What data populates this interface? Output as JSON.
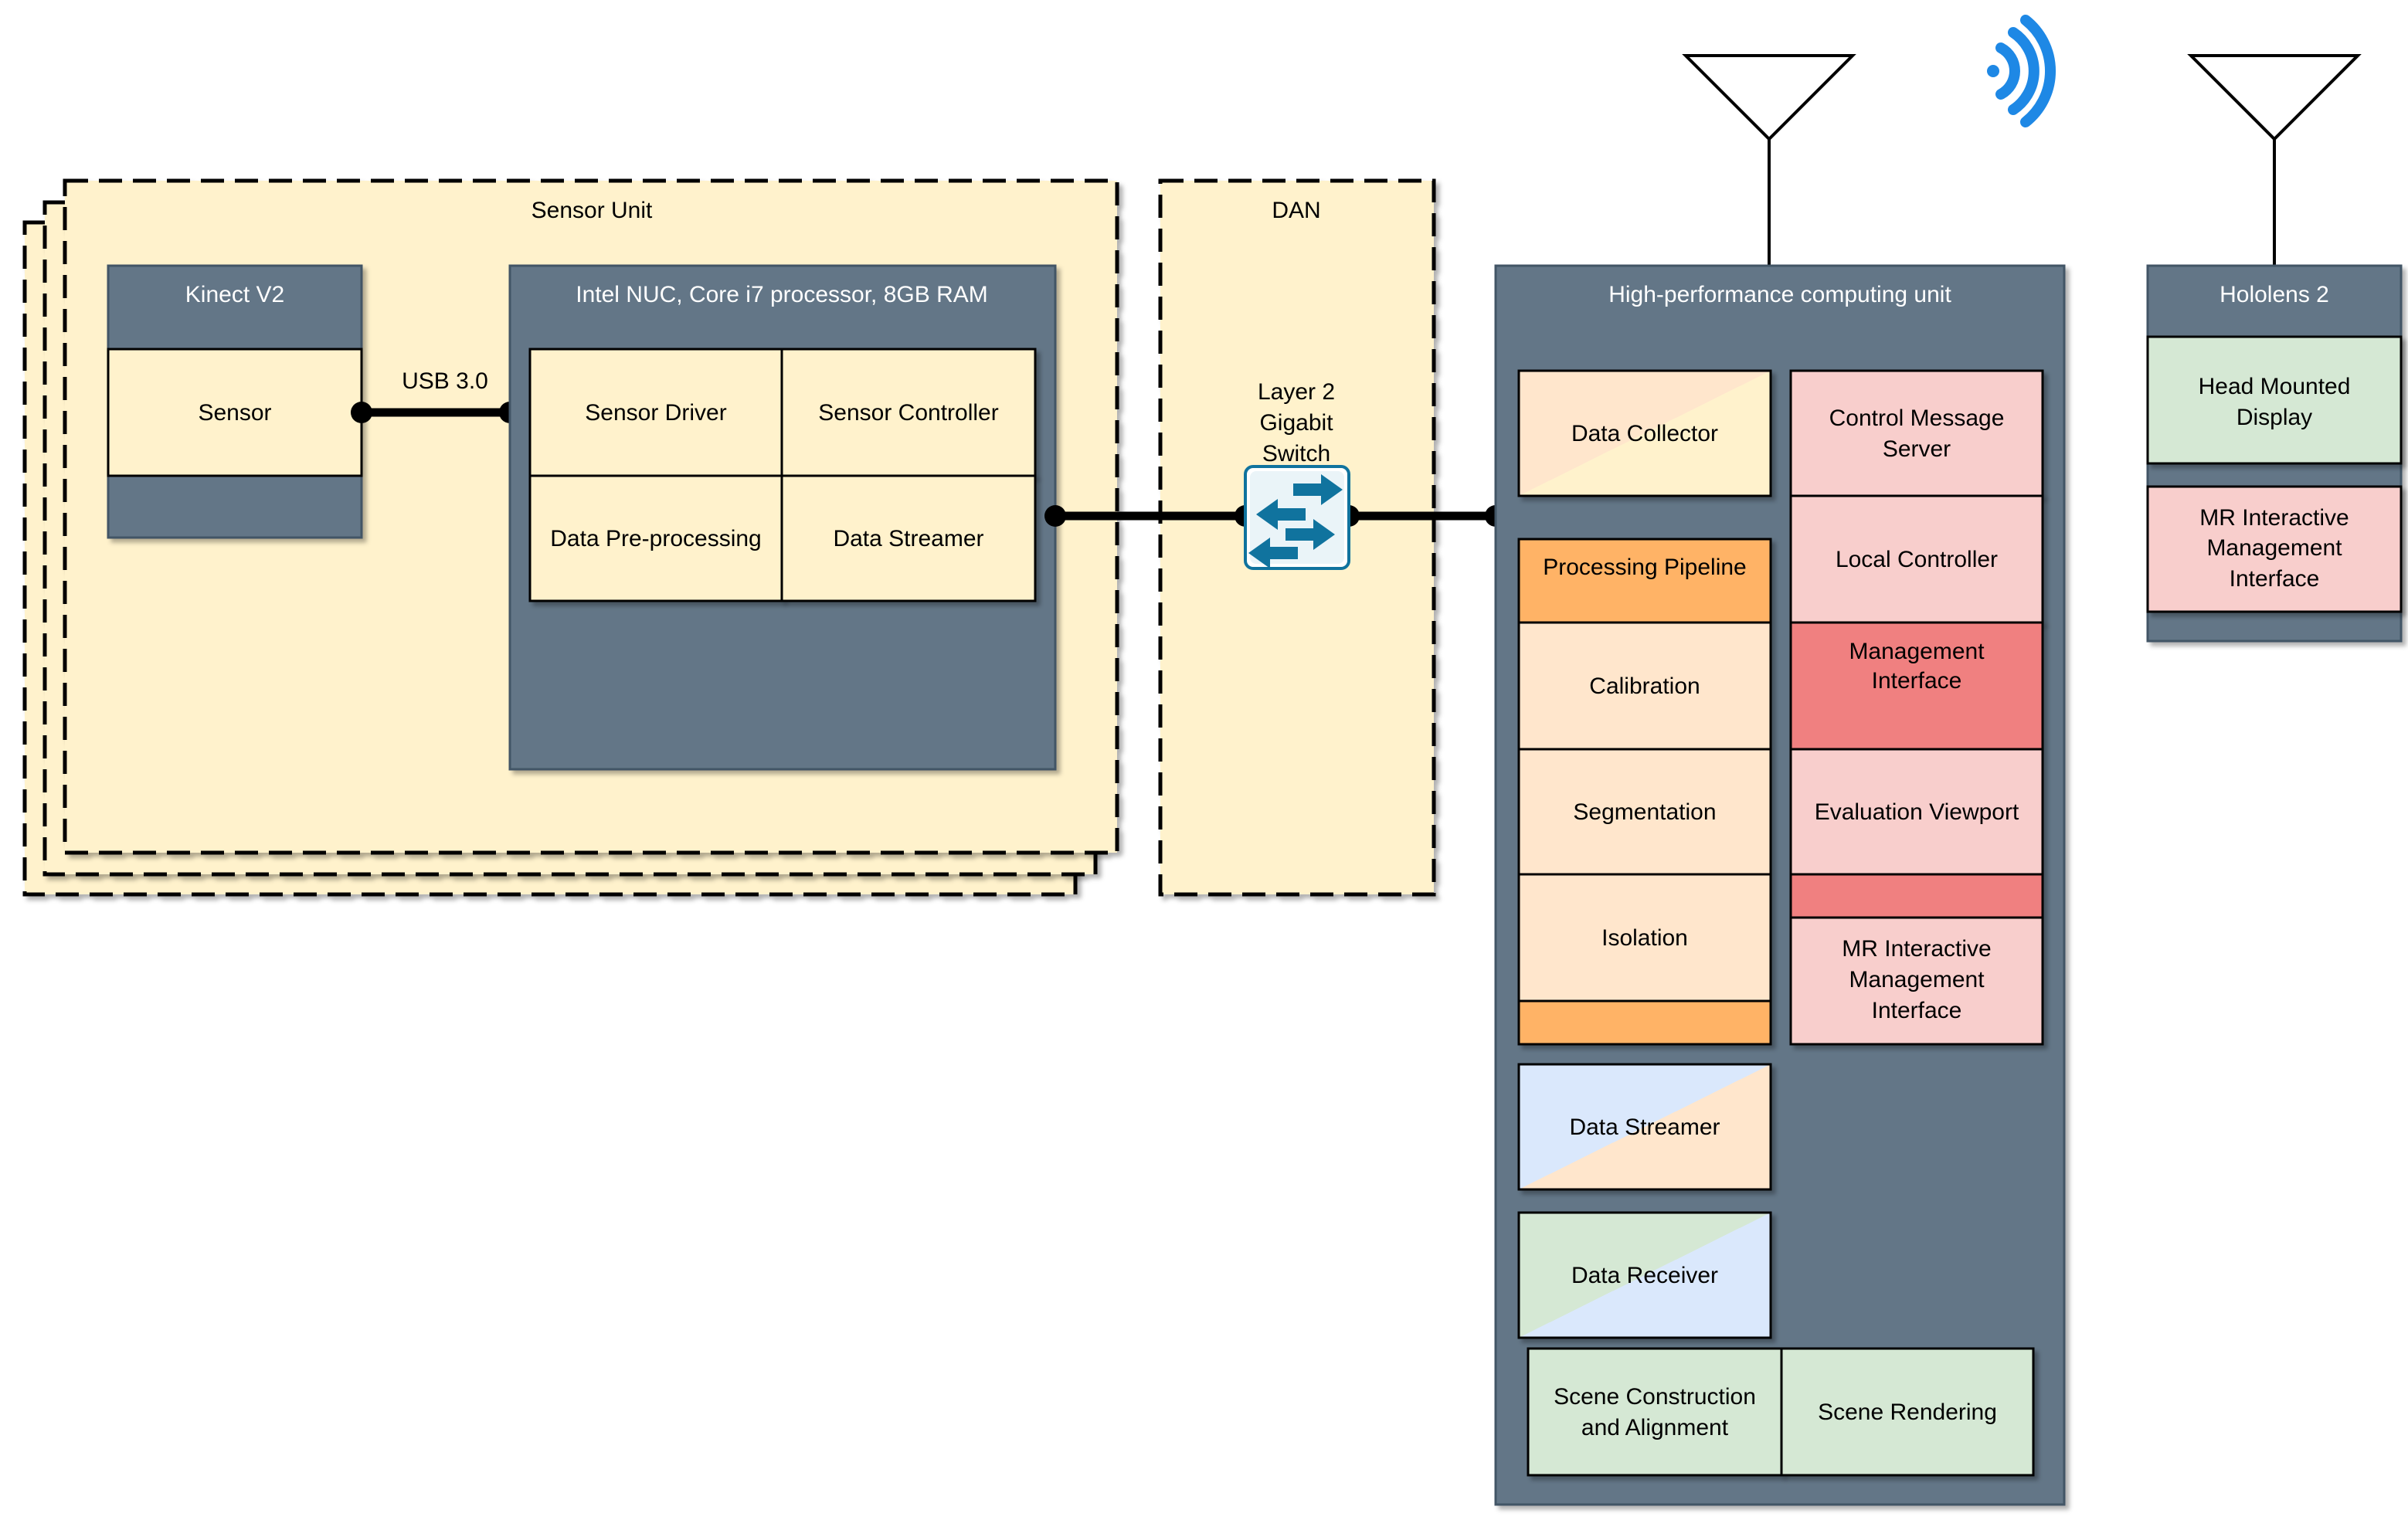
{
  "colors": {
    "cream": "#FFF2CC",
    "slate": "#647687",
    "slate_dark": "#425466",
    "orange": "#FFB366",
    "peach": "#FFE6CC",
    "pink": "#F8CECC",
    "red": "#F08080",
    "green": "#D5E8D4",
    "blue": "#DAE8FC",
    "wifi": "#1E88E5",
    "switch_teal": "#10739E"
  },
  "sensor_unit": {
    "title": "Sensor Unit",
    "kinect": {
      "title": "Kinect V2",
      "sensor": "Sensor"
    },
    "usb_label": "USB 3.0",
    "nuc": {
      "title": "Intel NUC, Core i7 processor, 8GB RAM",
      "sensor_driver": "Sensor Driver",
      "sensor_controller": "Sensor Controller",
      "data_preprocessing": "Data Pre-processing",
      "data_streamer": "Data Streamer"
    }
  },
  "dan": {
    "title": "DAN",
    "switch_label": [
      "Layer 2",
      "Gigabit",
      "Switch"
    ]
  },
  "hpc": {
    "title": "High-performance computing unit",
    "data_collector": "Data Collector",
    "pipeline": {
      "title": "Processing Pipeline",
      "calibration": "Calibration",
      "segmentation": "Segmentation",
      "isolation": "Isolation"
    },
    "control_message_server": [
      "Control Message",
      "Server"
    ],
    "local_controller": "Local Controller",
    "management_interface": [
      "Management",
      "Interface"
    ],
    "evaluation_viewport": "Evaluation Viewport",
    "mr_interface": [
      "MR Interactive",
      "Management",
      "Interface"
    ],
    "data_streamer": "Data Streamer",
    "data_receiver": "Data Receiver",
    "scene_construction": [
      "Scene Construction",
      "and Alignment"
    ],
    "scene_rendering": "Scene Rendering"
  },
  "hololens": {
    "title": "Hololens 2",
    "hmd": [
      "Head Mounted",
      "Display"
    ],
    "mr_interface": [
      "MR Interactive",
      "Management",
      "Interface"
    ]
  }
}
